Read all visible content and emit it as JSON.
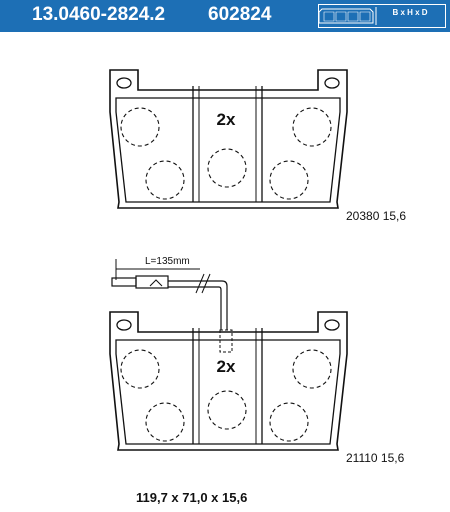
{
  "header": {
    "part_number": "13.0460-2824.2",
    "ref_number": "602824",
    "icon_label": "B x H x D",
    "background_color": "#1d6fb5"
  },
  "pads": [
    {
      "label_count": "2x",
      "pad_code": "20380 15,6"
    },
    {
      "label_count": "2x",
      "pad_code": "21110 15,6"
    }
  ],
  "sensor": {
    "length_label": "L=135mm"
  },
  "footer": {
    "dimensions": "119,7 x 71,0 x 15,6"
  }
}
